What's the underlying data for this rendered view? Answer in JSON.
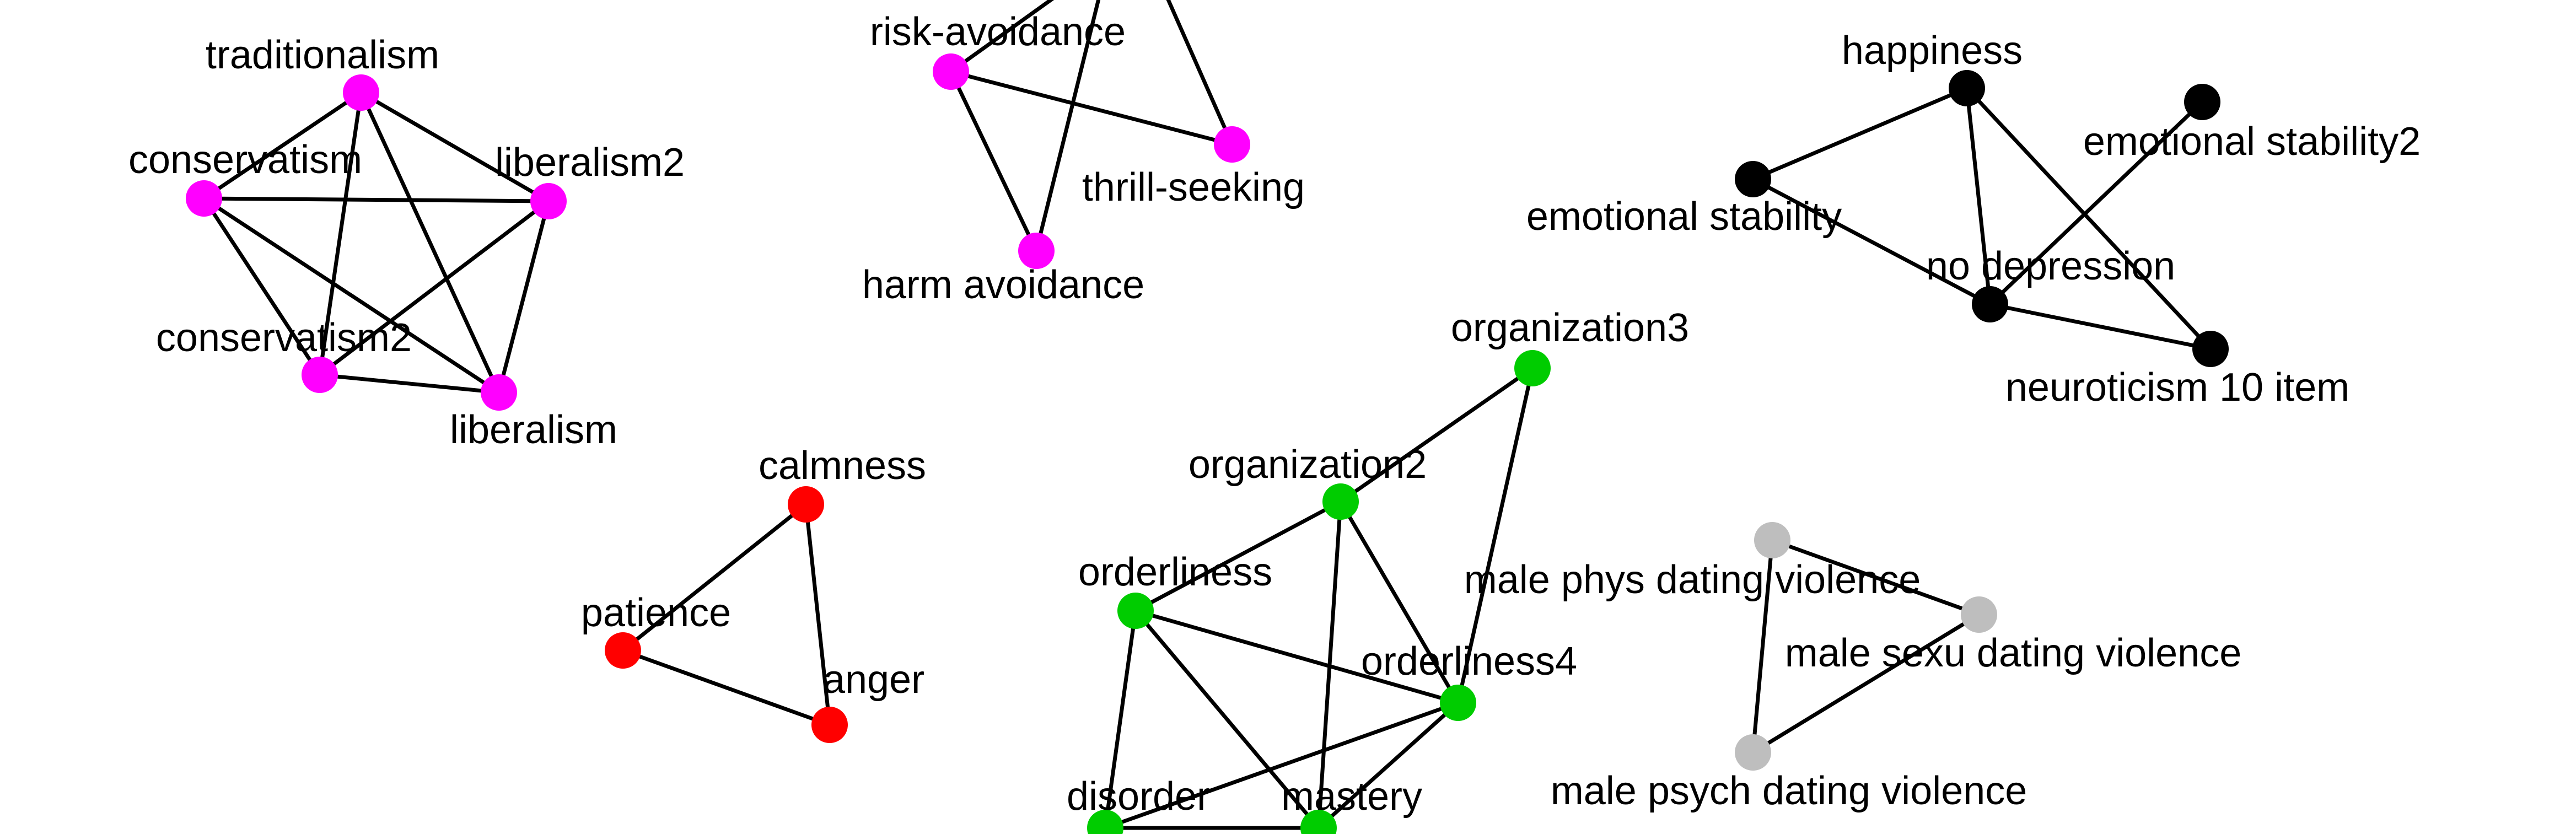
{
  "graph": {
    "colors": {
      "magenta": "#ff00ff",
      "red": "#ff0000",
      "green": "#00cc00",
      "black": "#000000",
      "gray": "#bebebe"
    },
    "nodes": [
      {
        "id": "traditionalism",
        "label": "traditionalism",
        "color": "magenta"
      },
      {
        "id": "conservatism",
        "label": "conservatism",
        "color": "magenta"
      },
      {
        "id": "liberalism2",
        "label": "liberalism2",
        "color": "magenta"
      },
      {
        "id": "conservatism2",
        "label": "conservatism2",
        "color": "magenta"
      },
      {
        "id": "liberalism",
        "label": "liberalism",
        "color": "magenta"
      },
      {
        "id": "risk-avoidance",
        "label": "risk-avoidance",
        "color": "magenta"
      },
      {
        "id": "thrill-seeking",
        "label": "thrill-seeking",
        "color": "magenta"
      },
      {
        "id": "harm-avoidance",
        "label": "harm avoidance",
        "color": "magenta"
      },
      {
        "id": "happiness",
        "label": "happiness",
        "color": "black"
      },
      {
        "id": "emotional-stability2",
        "label": "emotional stability2",
        "color": "black"
      },
      {
        "id": "emotional-stability",
        "label": "emotional stability",
        "color": "black"
      },
      {
        "id": "no-depression",
        "label": "no depression",
        "color": "black"
      },
      {
        "id": "neuroticism-10-item",
        "label": "neuroticism 10 item",
        "color": "black"
      },
      {
        "id": "calmness",
        "label": "calmness",
        "color": "red"
      },
      {
        "id": "patience",
        "label": "patience",
        "color": "red"
      },
      {
        "id": "anger",
        "label": "anger",
        "color": "red"
      },
      {
        "id": "organization3",
        "label": "organization3",
        "color": "green"
      },
      {
        "id": "organization2",
        "label": "organization2",
        "color": "green"
      },
      {
        "id": "orderliness",
        "label": "orderliness",
        "color": "green"
      },
      {
        "id": "orderliness4",
        "label": "orderliness4",
        "color": "green"
      },
      {
        "id": "disorder",
        "label": "disorder",
        "color": "green"
      },
      {
        "id": "mastery",
        "label": "mastery",
        "color": "green"
      },
      {
        "id": "male-phys-dating-violence",
        "label": "male phys dating violence",
        "color": "gray"
      },
      {
        "id": "male-sexu-dating-violence",
        "label": "male sexu dating violence",
        "color": "gray"
      },
      {
        "id": "male-psych-dating-violence",
        "label": "male psych dating violence",
        "color": "gray"
      }
    ],
    "edges": [
      [
        "traditionalism",
        "conservatism"
      ],
      [
        "traditionalism",
        "liberalism2"
      ],
      [
        "traditionalism",
        "conservatism2"
      ],
      [
        "traditionalism",
        "liberalism"
      ],
      [
        "conservatism",
        "liberalism2"
      ],
      [
        "conservatism",
        "conservatism2"
      ],
      [
        "conservatism",
        "liberalism"
      ],
      [
        "liberalism2",
        "conservatism2"
      ],
      [
        "liberalism2",
        "liberalism"
      ],
      [
        "conservatism2",
        "liberalism"
      ],
      [
        "risk-avoidance",
        "thrill-seeking"
      ],
      [
        "risk-avoidance",
        "harm-avoidance"
      ],
      [
        "happiness",
        "emotional-stability"
      ],
      [
        "happiness",
        "no-depression"
      ],
      [
        "happiness",
        "neuroticism-10-item"
      ],
      [
        "emotional-stability",
        "no-depression"
      ],
      [
        "emotional-stability2",
        "no-depression"
      ],
      [
        "no-depression",
        "neuroticism-10-item"
      ],
      [
        "calmness",
        "patience"
      ],
      [
        "calmness",
        "anger"
      ],
      [
        "patience",
        "anger"
      ],
      [
        "organization3",
        "organization2"
      ],
      [
        "organization3",
        "orderliness4"
      ],
      [
        "organization2",
        "orderliness"
      ],
      [
        "organization2",
        "orderliness4"
      ],
      [
        "organization2",
        "mastery"
      ],
      [
        "orderliness",
        "orderliness4"
      ],
      [
        "orderliness",
        "disorder"
      ],
      [
        "orderliness",
        "mastery"
      ],
      [
        "orderliness4",
        "disorder"
      ],
      [
        "orderliness4",
        "mastery"
      ],
      [
        "disorder",
        "mastery"
      ],
      [
        "male-phys-dating-violence",
        "male-sexu-dating-violence"
      ],
      [
        "male-phys-dating-violence",
        "male-psych-dating-violence"
      ],
      [
        "male-sexu-dating-violence",
        "male-psych-dating-violence"
      ]
    ]
  }
}
